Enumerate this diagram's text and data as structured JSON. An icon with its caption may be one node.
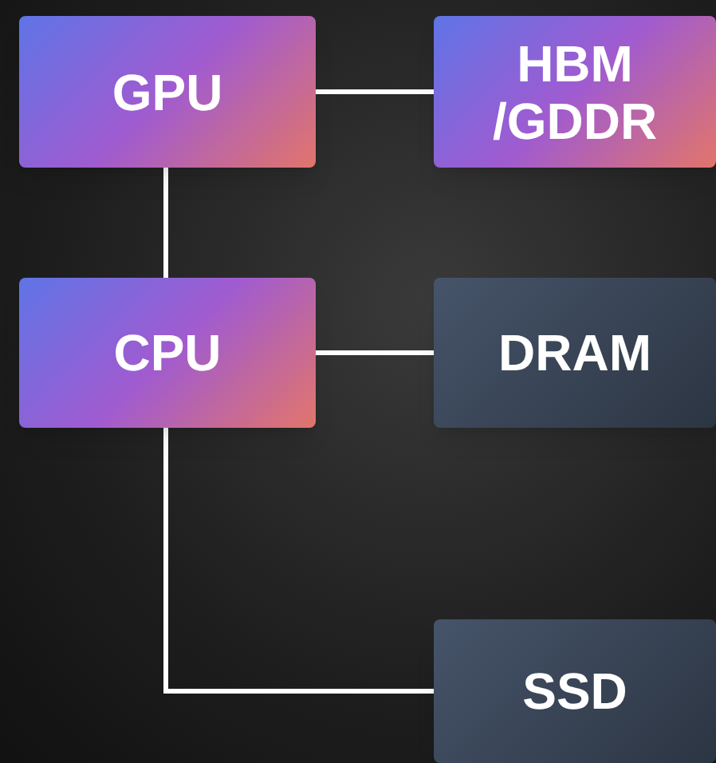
{
  "diagram": {
    "nodes": [
      {
        "text": [
          "GPU"
        ]
      },
      {
        "text": [
          "HBM /GDDR"
        ]
      },
      {
        "text": [
          "CPU"
        ]
      },
      {
        "text": [
          "DRAM"
        ]
      },
      {
        "text": [
          "SSD"
        ]
      }
    ],
    "edges": [
      {
        "from": 0,
        "to": 1,
        "arrow": "none"
      },
      {
        "from": 0,
        "to": 2,
        "arrow": "none"
      },
      {
        "from": 2,
        "to": 3,
        "arrow": "none"
      },
      {
        "from": 2,
        "to": 4,
        "arrow": "none"
      }
    ]
  }
}
